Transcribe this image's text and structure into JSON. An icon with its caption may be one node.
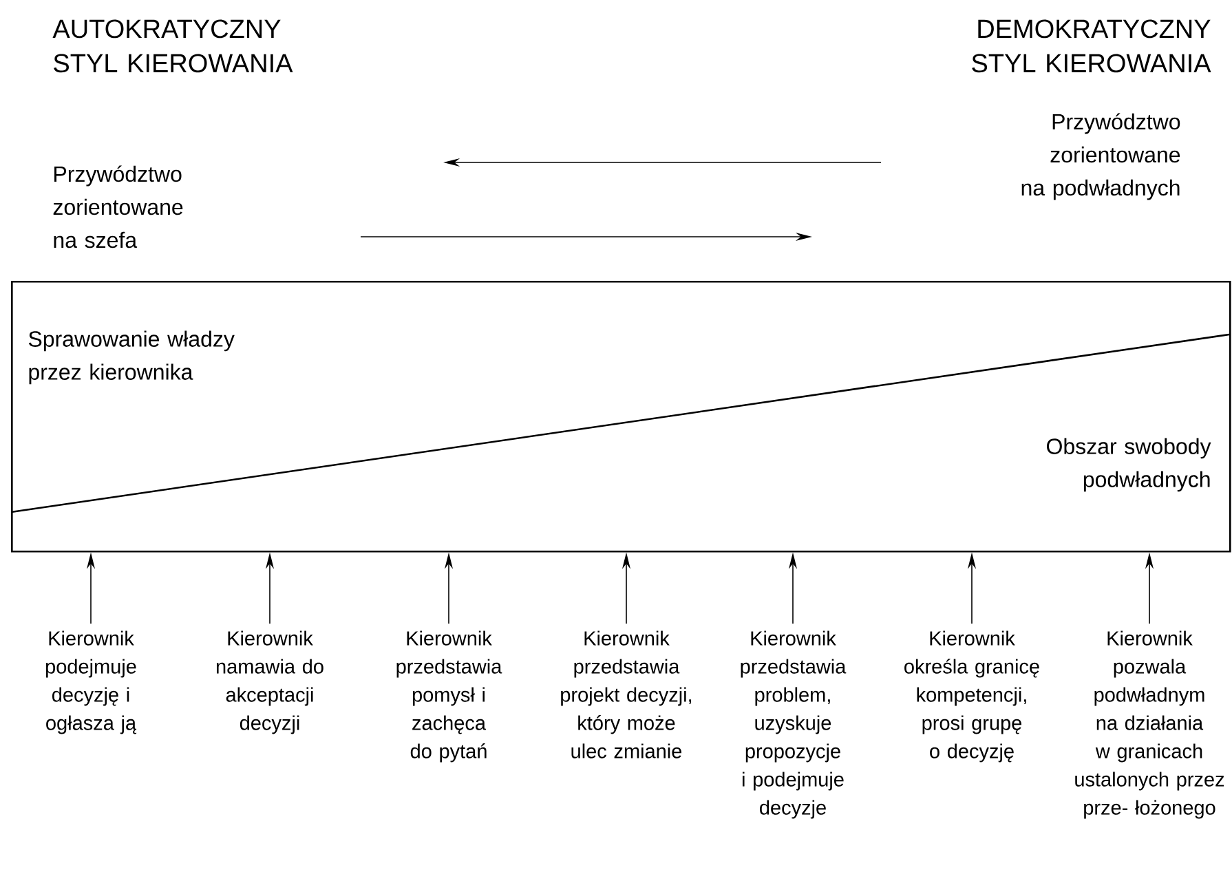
{
  "diagram": {
    "nodes": [
      {
        "text": [
          "Sprawowanie władzy przez kierownika",
          "Obszar swobody podwładnych"
        ]
      },
      {
        "text": [
          "Kierownik podejmuje decyzję i ogłasza ją"
        ]
      },
      {
        "text": [
          "Kierownik namawia do akceptacji decyzji"
        ]
      },
      {
        "text": [
          "Kierownik przedstawia pomysł i zachęca do pytań"
        ]
      },
      {
        "text": [
          "Kierownik przedstawia projekt decyzji, który może ulec zmianie"
        ]
      },
      {
        "text": [
          "Kierownik przedstawia problem, uzyskuje propozycje i podejmuje decyzje"
        ]
      },
      {
        "text": [
          "Kierownik określa granicę kompetencji, prosi grupę o decyzję"
        ]
      },
      {
        "text": [
          "Kierownik pozwala podwładnym na działania w granicach ustalonych przez prze- łożonego"
        ]
      }
    ],
    "edges": [
      {
        "from": 1,
        "to": 0,
        "arrow": "to"
      },
      {
        "from": 2,
        "to": 0,
        "arrow": "to"
      },
      {
        "from": 3,
        "to": 0,
        "arrow": "to"
      },
      {
        "from": 4,
        "to": 0,
        "arrow": "to"
      },
      {
        "from": 5,
        "to": 0,
        "arrow": "to"
      },
      {
        "from": 6,
        "to": 0,
        "arrow": "to"
      },
      {
        "from": 7,
        "to": 0,
        "arrow": "to"
      }
    ],
    "labels": [
      "AUTOKRATYCZNY STYL KIEROWANIA",
      "DEMOKRATYCZNY STYL KIEROWANIA",
      "Przywództwo zorientowane na podwładnych",
      "Przywództwo zorientowane na szefa"
    ]
  }
}
